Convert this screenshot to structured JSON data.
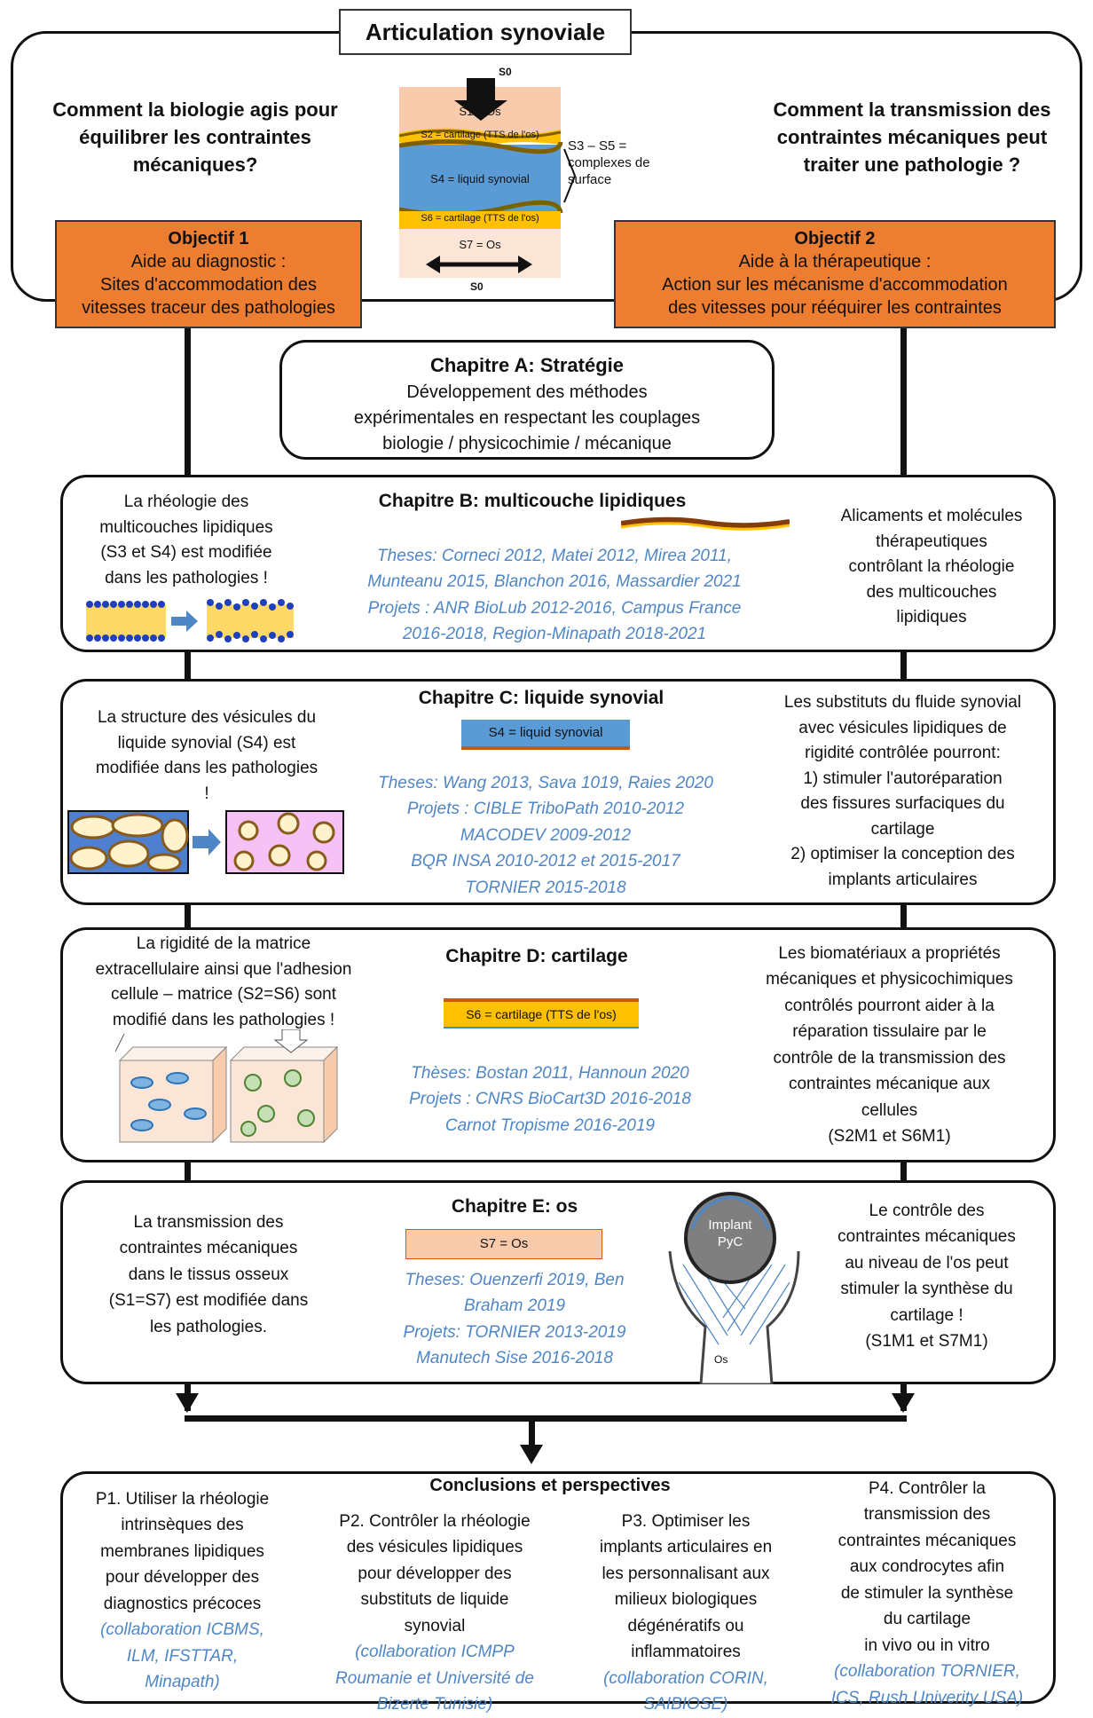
{
  "title": "Articulation synoviale",
  "question_left": [
    "Comment la biologie agis pour",
    "équilibrer les contraintes",
    "mécaniques?"
  ],
  "question_right": [
    "Comment la transmission des",
    "contraintes mécaniques peut",
    "traiter une pathologie ?"
  ],
  "schema": {
    "s0_top": "S0",
    "s1": "S1 = Os",
    "s2": "S2 = cartilage (TTS de l'os)",
    "s4": "S4 = liquid synovial",
    "s6": "S6 = cartilage (TTS de l'os)",
    "s7": "S7 = Os",
    "s0_bottom": "S0",
    "s3s5": [
      "S3 – S5 =",
      "complexes de",
      "surface"
    ]
  },
  "objectif1": {
    "title": "Objectif 1",
    "lines": [
      "Aide au diagnostic :",
      "Sites d'accommodation des",
      "vitesses traceur des pathologies"
    ]
  },
  "objectif2": {
    "title": "Objectif 2",
    "lines": [
      "Aide à la thérapeutique :",
      "Action sur les mécanisme d'accommodation",
      "des vitesses pour rééquirer les contraintes"
    ]
  },
  "chapA": {
    "title": "Chapitre A: Stratégie",
    "lines": [
      "Développement des méthodes",
      "expérimentales en respectant les couplages",
      "biologie / physicochimie / mécanique"
    ]
  },
  "chapB": {
    "left": [
      "La rhéologie des",
      "multicouches lipidiques",
      "(S3 et S4) est modifiée",
      "dans les pathologies !"
    ],
    "title": "Chapitre B: multicouche lipidiques",
    "refs": [
      "Theses: Corneci 2012, Matei 2012, Mirea 2011,",
      "Munteanu 2015, Blanchon 2016, Massardier 2021",
      "Projets : ANR BioLub 2012-2016, Campus France",
      "2016-2018, Region-Minapath 2018-2021"
    ],
    "right": [
      "Alicaments et molécules",
      "thérapeutiques",
      "contrôlant la rhéologie",
      "des multicouches",
      "lipidiques"
    ]
  },
  "chapC": {
    "left": [
      "La structure des vésicules du",
      "liquide synovial (S4) est",
      "modifiée dans les pathologies",
      "!"
    ],
    "title": "Chapitre C:  liquide synovial",
    "bar": "S4 = liquid synovial",
    "refs": [
      "Theses: Wang 2013, Sava 1019, Raies 2020",
      "Projets : CIBLE TriboPath 2010-2012",
      "MACODEV 2009-2012",
      "BQR INSA 2010-2012 et 2015-2017",
      "TORNIER 2015-2018"
    ],
    "right": [
      "Les substituts du fluide synovial",
      "avec vésicules lipidiques de",
      "rigidité contrôlée pourront:",
      "1)   stimuler l'autoréparation",
      "des fissures surfaciques du",
      "cartilage",
      "2)   optimiser la conception des",
      "implants articulaires"
    ]
  },
  "chapD": {
    "left": [
      "La  rigidité de la matrice",
      "extracellulaire ainsi que l'adhesion",
      "cellule – matrice  (S2=S6) sont",
      "modifié dans les pathologies  !"
    ],
    "title": "Chapitre D:  cartilage",
    "bar": "S6 = cartilage (TTS de l'os)",
    "refs": [
      "Thèses: Bostan 2011, Hannoun 2020",
      "Projets : CNRS BioCart3D 2016-2018",
      "Carnot Tropisme 2016-2019"
    ],
    "right": [
      "Les biomatériaux a propriétés",
      "mécaniques et physicochimiques",
      "contrôlés pourront aider à la",
      "réparation tissulaire par le",
      "contrôle de la transmission des",
      "contraintes mécanique aux",
      "cellules",
      "(S2M1 et S6M1)"
    ]
  },
  "chapE": {
    "left": [
      "La  transmission des",
      "contraintes mécaniques",
      "dans le tissus osseux",
      "(S1=S7) est modifiée dans",
      "les pathologies."
    ],
    "title": "Chapitre E: os",
    "bar": "S7 = Os",
    "refs": [
      "Theses: Ouenzerfi 2019, Ben",
      "Braham 2019",
      "Projets: TORNIER 2013-2019",
      "Manutech Sise 2016-2018"
    ],
    "implant": [
      "Implant",
      "PyC"
    ],
    "os": "Os",
    "right": [
      "Le contrôle des",
      "contraintes mécaniques",
      "au niveau de l'os peut",
      "stimuler la synthèse du",
      "cartilage !",
      "(S1M1 et S7M1)"
    ]
  },
  "conclusions": {
    "title": "Conclusions et perspectives",
    "p1": [
      "P1. Utiliser la rhéologie",
      "intrinsèques des",
      "membranes lipidiques",
      "pour développer des",
      "diagnostics précoces"
    ],
    "p1_ref": [
      "(collaboration ICBMS,",
      "ILM, IFSTTAR,",
      "Minapath)"
    ],
    "p2": [
      "P2. Contrôler la rhéologie",
      "des vésicules lipidiques",
      "pour développer des",
      "substituts de liquide",
      "synovial"
    ],
    "p2_ref": [
      "(collaboration ICMPP",
      "Roumanie et Université de",
      "Bizerte Tunisie)"
    ],
    "p3": [
      "P3. Optimiser les",
      "implants articulaires en",
      "les personnalisant aux",
      "milieux biologiques",
      "dégénératifs ou",
      "inflammatoires"
    ],
    "p3_ref": [
      "(collaboration CORIN,",
      "SAIBIOSE)"
    ],
    "p4": [
      "P4. Contrôler la",
      "transmission des",
      "contraintes mécaniques",
      "aux condrocytes afin",
      "de stimuler la synthèse",
      "du cartilage",
      "in vivo ou in vitro"
    ],
    "p4_ref": [
      "(collaboration TORNIER,",
      "ICS, Rush Univerity USA)"
    ]
  }
}
